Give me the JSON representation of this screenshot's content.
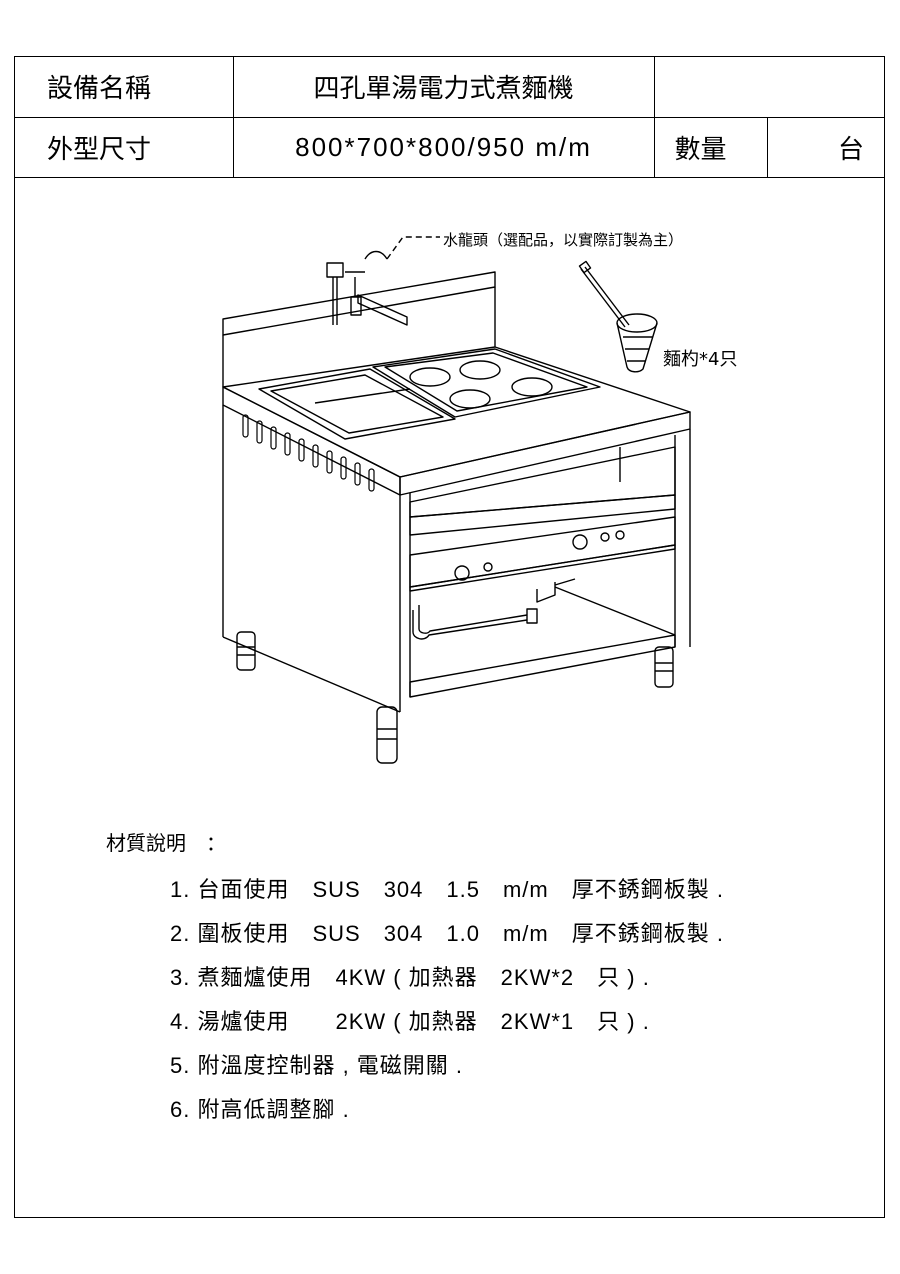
{
  "header": {
    "equipment_label": "設備名稱",
    "equipment_name": "四孔單湯電力式煮麵機",
    "size_label": "外型尺寸",
    "size_value": "800*700*800/950  m/m",
    "quantity_label": "數量",
    "unit": "台"
  },
  "drawing": {
    "faucet_note": "水龍頭（選配品，以實際訂製為主）",
    "ladle_note": "麵杓*4只"
  },
  "notes": {
    "title": "材質說明　：",
    "items": [
      "1. 台面使用　SUS　304　1.5　m/m　厚不銹鋼板製 .",
      "2. 圍板使用　SUS　304　1.0　m/m　厚不銹鋼板製 .",
      "3. 煮麵爐使用　4KW ( 加熱器　2KW*2　只 ) .",
      "4. 湯爐使用　　2KW ( 加熱器　2KW*1　只 ) .",
      "5. 附溫度控制器 , 電磁開關 .",
      "6. 附高低調整腳 ."
    ]
  }
}
